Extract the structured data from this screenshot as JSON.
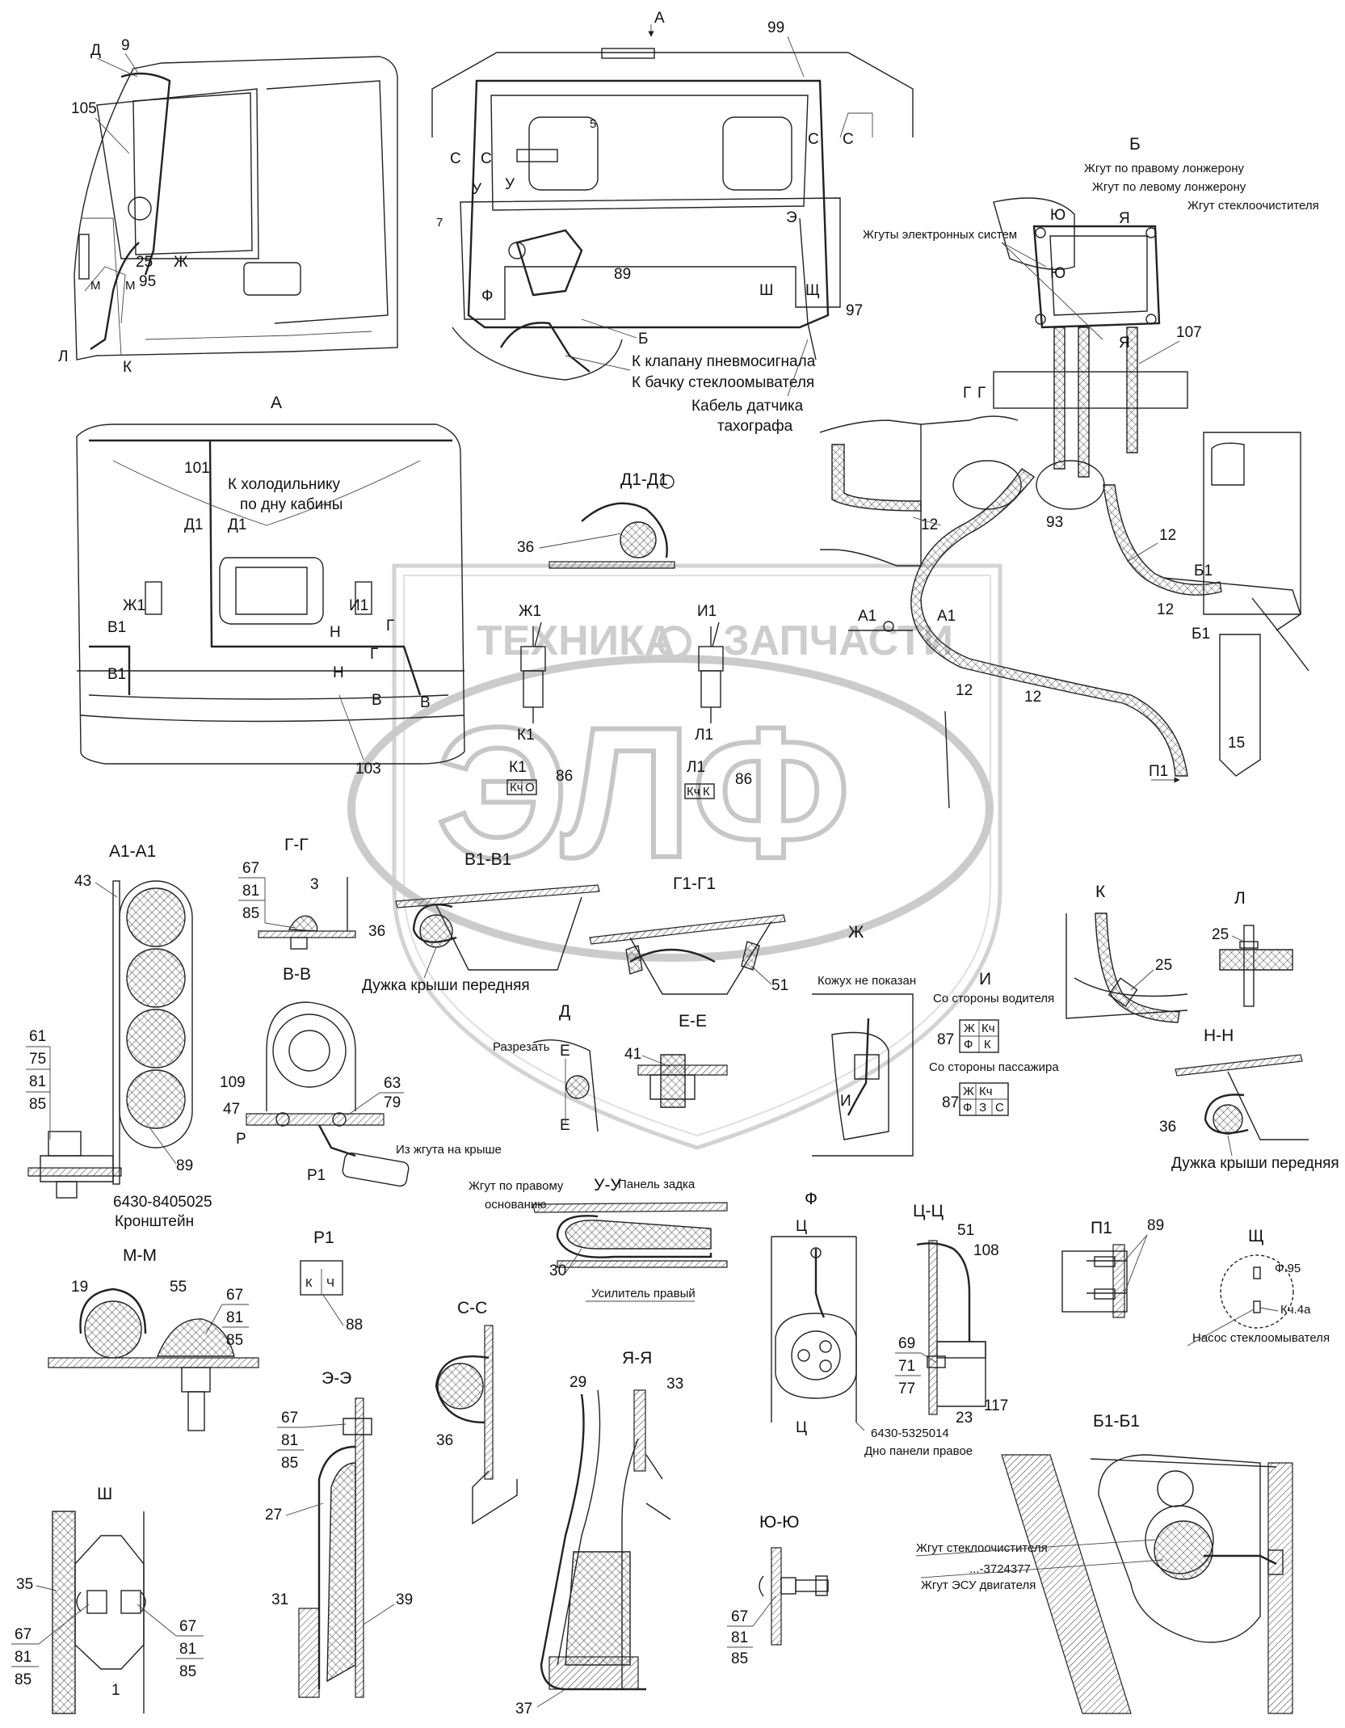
{
  "watermark": {
    "left": "ТЕХНИКА",
    "right": "ЗАПЧАСТИ",
    "logo": "ЭЛФ"
  },
  "views": {
    "a_top": "А",
    "a_main": "А",
    "b": "Б",
    "d1d1": "Д1-Д1",
    "a1a1": "А1-А1",
    "gg": "Г-Г",
    "vv": "В-В",
    "v1v1": "В1-В1",
    "g1g1": "Г1-Г1",
    "d": "Д",
    "ee": "Е-Е",
    "zh": "Ж",
    "i": "И",
    "k": "К",
    "l": "Л",
    "nn": "Н-Н",
    "mm": "М-М",
    "r1": "Р1",
    "uu": "У-У",
    "f": "Ф",
    "tsts": "Ц-Ц",
    "p1": "П1",
    "shch": "Щ",
    "ss": "С-С",
    "yaya": "Я-Я",
    "ee2": "Э-Э",
    "sh": "Ш",
    "yuyu": "Ю-Ю",
    "b1b1": "Б1-Б1"
  },
  "callouts": {
    "n9": "9",
    "n99": "99",
    "n105": "105",
    "n25": "25",
    "n95": "95",
    "n89": "89",
    "n97": "97",
    "n107": "107",
    "n101": "101",
    "n36": "36",
    "n12a": "12",
    "n12b": "12",
    "n12c": "12",
    "n12d": "12",
    "n12e": "12",
    "n93": "93",
    "n15": "15",
    "n103": "103",
    "n86a": "86",
    "n86b": "86",
    "n43": "43",
    "n67a": "67",
    "n81a": "81",
    "n85a": "85",
    "n3": "3",
    "n109": "109",
    "n47": "47",
    "n63": "63",
    "n79": "79",
    "n36b": "36",
    "n51a": "51",
    "n41": "41",
    "n25b": "25",
    "n25c": "25",
    "n87a": "87",
    "n87b": "87",
    "n36c": "36",
    "n61": "61",
    "n75": "75",
    "n81b": "81",
    "n85b": "85",
    "n89b": "89",
    "n19": "19",
    "n55": "55",
    "n67b": "67",
    "n81c": "81",
    "n85c": "85",
    "n88": "88",
    "n30": "30",
    "n51b": "51",
    "n108": "108",
    "n69": "69",
    "n71": "71",
    "n77": "77",
    "n23": "23",
    "n117": "117",
    "n89c": "89",
    "n36d": "36",
    "n29": "29",
    "n33": "33",
    "n67c": "67",
    "n81d": "81",
    "n85d": "85",
    "n27": "27",
    "n31": "31",
    "n39": "39",
    "n37": "37",
    "n35": "35",
    "n67d": "67",
    "n81e": "81",
    "n85e": "85",
    "n67e": "67",
    "n81f": "81",
    "n85f": "85",
    "n1": "1",
    "n67f": "67",
    "n81g": "81",
    "n85g": "85",
    "n7": "7",
    "n5": "5"
  },
  "letters": {
    "D": "Д",
    "Zh": "Ж",
    "M": "М",
    "L": "Л",
    "K": "К",
    "S": "С",
    "U": "У",
    "F": "Ф",
    "E": "Э",
    "Sh": "Ш",
    "Shch": "Щ",
    "B": "Б",
    "Yu": "Ю",
    "Ya": "Я",
    "G": "Г",
    "A1": "А1",
    "B1": "Б1",
    "P1": "П1",
    "D1": "Д1",
    "Zh1": "Ж1",
    "I1": "И1",
    "V1": "В1",
    "N": "Н",
    "V": "В",
    "K1": "К1",
    "L1": "Л1",
    "R": "Р",
    "R1": "Р1",
    "Ts": "Ц",
    "Ee": "Е",
    "I": "И",
    "Gr": "Г"
  },
  "labels": {
    "right_spar": "Жгут по правому лонжерону",
    "left_spar": "Жгут по левому лонжерону",
    "wiper_harness": "Жгут стеклоочистителя",
    "electronic_harnesses": "Жгуты электронных систем",
    "to_pneumo": "К клапану пневмосигнала",
    "to_washer_tank": "К бачку стеклоомывателя",
    "tacho_cable_1": "Кабель датчика",
    "tacho_cable_2": "тахографа",
    "to_fridge_1": "К холодильнику",
    "to_fridge_2": "по дну кабины",
    "roof_bar_front": "Дужка крыши передняя",
    "roof_bar_front_2": "Дужка крыши передняя",
    "cut": "Разрезать",
    "cover_not_shown": "Кожух не показан",
    "driver_side": "Со стороны водителя",
    "passenger_side": "Со стороны пассажира",
    "from_roof_harness": "Из жгута на крыше",
    "bracket_code": "6430-8405025",
    "bracket": "Кронштейн",
    "harness_right_base_1": "Жгут по правому",
    "harness_right_base_2": "основанию",
    "rear_panel": "Панель задка",
    "right_reinforcer": "Усилитель правый",
    "panel_bottom_code": "6430-5325014",
    "panel_bottom": "Дно панели правое",
    "washer_pump": "Насос стеклоомывателя",
    "f95": "Ф.95",
    "kch4a": "Кч.4а",
    "wiper_harness_2": "Жгут стеклоочистителя",
    "ecu_code": "...-3724377",
    "ecu_harness": "Жгут ЭСУ двигателя"
  },
  "connectors": {
    "k1": [
      "Кч",
      "О"
    ],
    "l1": [
      "Кч",
      "К"
    ],
    "driver": [
      "Ж",
      "Кч",
      "Ф",
      "К"
    ],
    "passenger": [
      "Ж",
      "Кч",
      "Ф",
      "З",
      "С"
    ],
    "r1": [
      "К",
      "Ч"
    ]
  }
}
